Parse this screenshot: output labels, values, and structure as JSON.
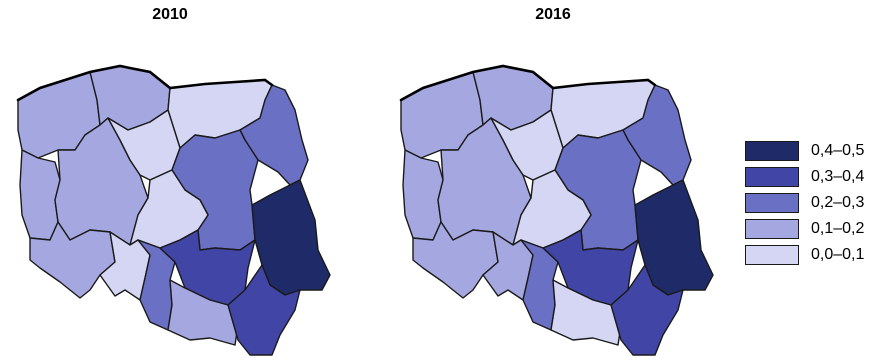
{
  "maps": [
    {
      "title": "2010",
      "region_classes": {
        "zachodniopomorskie": 1,
        "pomorskie": 1,
        "warminsko_mazurskie": 0,
        "podlaskie": 2,
        "lubuskie": 1,
        "wielkopolskie": 1,
        "kujawsko_pomorskie": 0,
        "mazowieckie": 2,
        "lodzkie": 0,
        "lubelskie": 4,
        "dolnoslaskie": 1,
        "opolskie": 0,
        "slaskie": 2,
        "swietokrzyskie": 3,
        "malopolskie": 1,
        "podkarpackie": 3
      }
    },
    {
      "title": "2016",
      "region_classes": {
        "zachodniopomorskie": 1,
        "pomorskie": 1,
        "warminsko_mazurskie": 0,
        "podlaskie": 2,
        "lubuskie": 1,
        "wielkopolskie": 1,
        "kujawsko_pomorskie": 0,
        "mazowieckie": 2,
        "lodzkie": 0,
        "lubelskie": 4,
        "dolnoslaskie": 1,
        "opolskie": 1,
        "slaskie": 2,
        "swietokrzyskie": 3,
        "malopolskie": 0,
        "podkarpackie": 3
      }
    }
  ],
  "legend": [
    {
      "label": "0,4–0,5",
      "color": "#1f2a68"
    },
    {
      "label": "0,3–0,4",
      "color": "#4146a6"
    },
    {
      "label": "0,2–0,3",
      "color": "#6a70c4"
    },
    {
      "label": "0,1–0,2",
      "color": "#a5a8e0"
    },
    {
      "label": "0,0–0,1",
      "color": "#d4d6f3"
    }
  ]
}
